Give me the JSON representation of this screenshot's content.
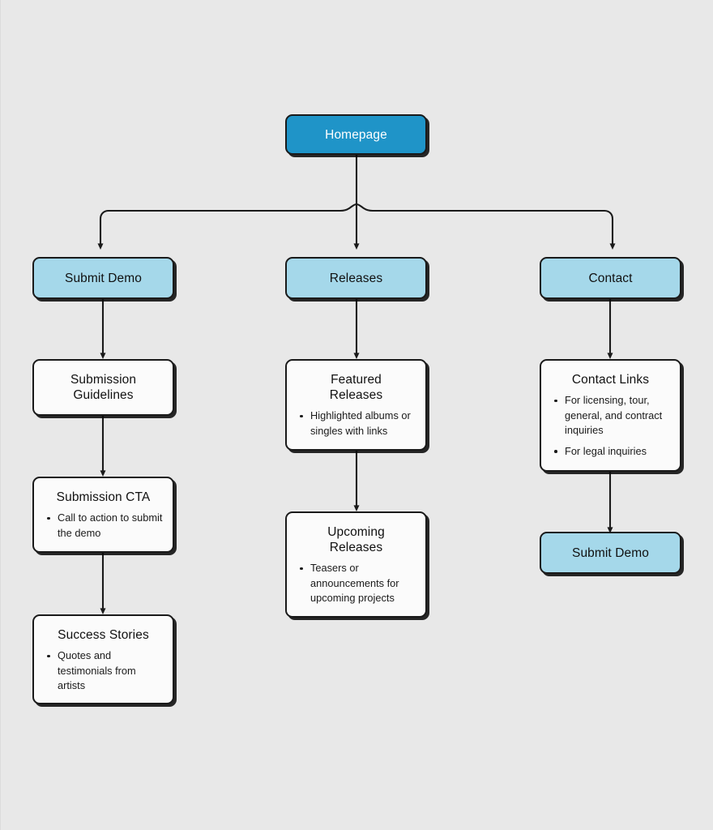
{
  "diagram": {
    "type": "flowchart",
    "orientation": "top-down",
    "background_color": "#e8e8e8",
    "colors": {
      "root_fill": "#1f94c8",
      "root_text": "#ffffff",
      "section_fill": "#a5d8ea",
      "detail_fill": "#fbfbfb",
      "border": "#1a1a1a",
      "edge": "#1a1a1a"
    },
    "nodes": {
      "homepage": {
        "label": "Homepage",
        "bullets": []
      },
      "submit_demo": {
        "label": "Submit Demo",
        "bullets": []
      },
      "releases": {
        "label": "Releases",
        "bullets": []
      },
      "contact": {
        "label": "Contact",
        "bullets": []
      },
      "submission_guidelines": {
        "label": "Submission\nGuidelines",
        "bullets": []
      },
      "submission_cta": {
        "label": "Submission CTA",
        "bullets": [
          "Call to action to submit the demo"
        ]
      },
      "success_stories": {
        "label": "Success Stories",
        "bullets": [
          "Quotes and testimonials from artists"
        ]
      },
      "featured_releases": {
        "label": "Featured\nReleases",
        "bullets": [
          "Highlighted albums or singles with links"
        ]
      },
      "upcoming_releases": {
        "label": "Upcoming\nReleases",
        "bullets": [
          "Teasers or announcements for upcoming projects"
        ]
      },
      "contact_links": {
        "label": "Contact Links",
        "bullets": [
          "For licensing, tour, general, and contract inquiries",
          "For legal inquiries"
        ]
      },
      "contact_submit_demo": {
        "label": "Submit Demo",
        "bullets": []
      }
    },
    "edges": [
      {
        "from": "homepage",
        "to": "submit_demo"
      },
      {
        "from": "homepage",
        "to": "releases"
      },
      {
        "from": "homepage",
        "to": "contact"
      },
      {
        "from": "submit_demo",
        "to": "submission_guidelines"
      },
      {
        "from": "submission_guidelines",
        "to": "submission_cta"
      },
      {
        "from": "submission_cta",
        "to": "success_stories"
      },
      {
        "from": "releases",
        "to": "featured_releases"
      },
      {
        "from": "featured_releases",
        "to": "upcoming_releases"
      },
      {
        "from": "contact",
        "to": "contact_links"
      },
      {
        "from": "contact_links",
        "to": "contact_submit_demo"
      }
    ]
  }
}
